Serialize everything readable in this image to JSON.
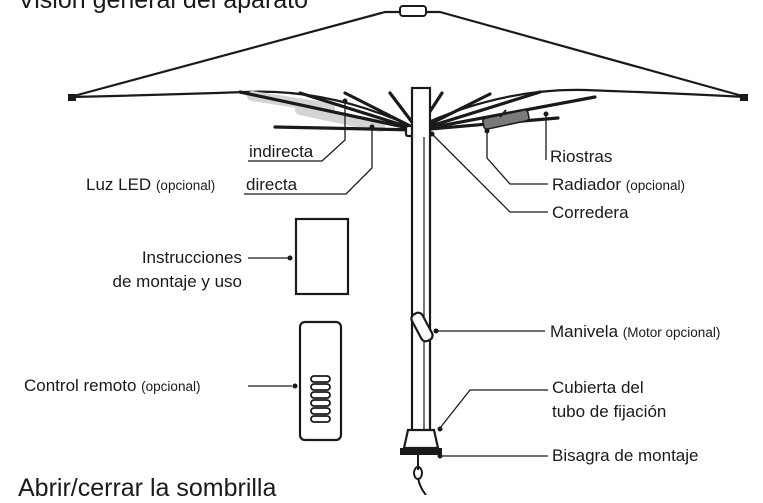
{
  "headings": {
    "overview": "Visión general del aparato",
    "open_close": "Abrir/cerrar la sombrilla"
  },
  "labels": {
    "indirecta": "indirecta",
    "directa": "directa",
    "luz_led": "Luz LED",
    "luz_led_note": "(opcional)",
    "riostras": "Riostras",
    "radiador": "Radiador",
    "radiador_note": "(opcional)",
    "corredera": "Corredera",
    "instrucciones_1": "Instrucciones",
    "instrucciones_2": "de montaje y uso",
    "manivela": "Manivela",
    "manivela_note": "(Motor opcional)",
    "control_remoto": "Control remoto",
    "control_remoto_note": "(opcional)",
    "cubierta_1": "Cubierta del",
    "cubierta_2": "tubo de fijación",
    "bisagra": "Bisagra de montaje"
  },
  "colors": {
    "line": "#1a1a1a",
    "led_light": "#d4d4d4",
    "radiator": "#7a7a7a"
  }
}
